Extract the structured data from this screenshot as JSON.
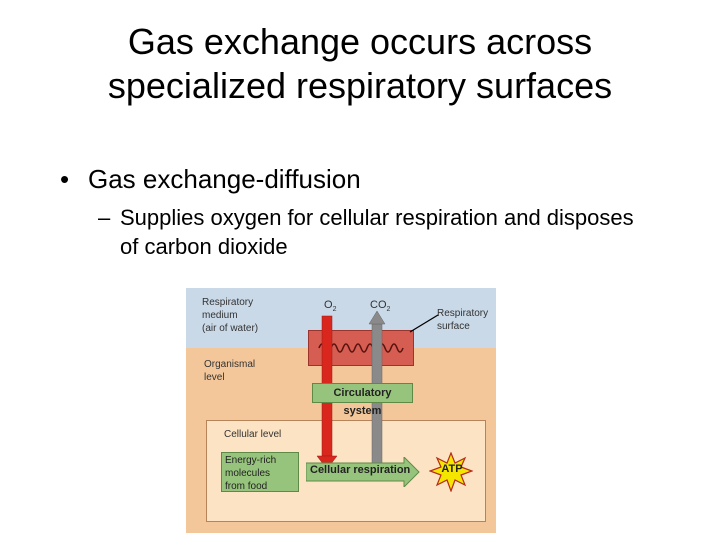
{
  "slide": {
    "title_line1": "Gas exchange occurs across",
    "title_line2": "specialized respiratory surfaces",
    "bullet_1": "Gas exchange-diffusion",
    "bullet_1_marker": "•",
    "bullet_2": "Supplies oxygen for cellular respiration and disposes of carbon dioxide",
    "bullet_2_marker": "–"
  },
  "diagram": {
    "medium_line1": "Respiratory",
    "medium_line2": "medium",
    "medium_line3": "(air of water)",
    "o2_main": "O",
    "o2_sub": "2",
    "co2_main": "CO",
    "co2_sub": "2",
    "surface_line1": "Respiratory",
    "surface_line2": "surface",
    "organismal_line1": "Organismal",
    "organismal_line2": "level",
    "circulatory_label": "Circulatory system",
    "cellular_level": "Cellular level",
    "food_line1": "Energy-rich",
    "food_line2": "molecules",
    "food_line3": "from food",
    "cellular_respiration": "Cellular respiration",
    "atp": "ATP",
    "colors": {
      "medium": "#c9d9e8",
      "organism": "#f4c79a",
      "cell": "#fbe3c3",
      "surface": "#d65d52",
      "green_box": "#97c47d",
      "o2_arrow": "#d9271e",
      "co2_arrow": "#8a8a8a",
      "atp_star": "#f5e600"
    }
  }
}
